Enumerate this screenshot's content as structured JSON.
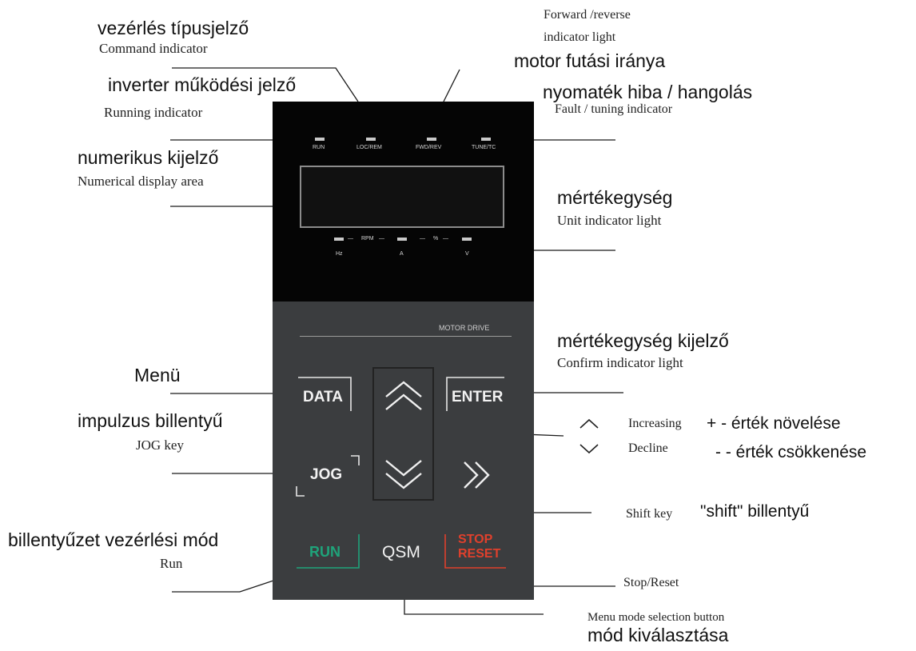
{
  "labels": {
    "command_hu": "vezérlés típusjelző",
    "command_en": "Command indicator",
    "running_hu": "inverter működési jelző",
    "running_en": "Running indicator",
    "display_hu": "numerikus kijelző",
    "display_en": "Numerical display area",
    "menu_hu": "Menü",
    "jog_hu": "impulzus billentyű",
    "jog_en": "JOG key",
    "kbd_hu": "billentyűzet vezérlési mód",
    "run_en": "Run",
    "fwdrev_en_1": "Forward /reverse",
    "fwdrev_en_2": "indicator light",
    "fwdrev_hu": "motor futási iránya",
    "fault_hu": "nyomaték hiba / hangolás",
    "fault_en": "Fault / tuning indicator",
    "unit_hu": "mértékegység",
    "unit_en": "Unit indicator light",
    "confirm_hu": "mértékegység kijelző",
    "confirm_en": "Confirm indicator light",
    "increasing_en": "Increasing",
    "increasing_hu": "+ - érték növelése",
    "decline_en": "Decline",
    "decline_hu": "- - érték csökkenése",
    "shift_en": "Shift key",
    "shift_hu": "\"shift\" billentyű",
    "stop_en": "Stop/Reset",
    "mode_en": "Menu mode selection button",
    "mode_hu": "mód kiválasztása"
  },
  "panel": {
    "led_labels": [
      "RUN",
      "LOC/REM",
      "FWD/REV",
      "TUNE/TC"
    ],
    "unit_hz": "Hz",
    "unit_rpm": "RPM",
    "unit_a": "A",
    "unit_pct": "%",
    "unit_v": "V",
    "brand": "MOTOR DRIVE",
    "keys": {
      "data": "DATA",
      "enter": "ENTER",
      "jog": "JOG",
      "run": "RUN",
      "qsm": "QSM",
      "stop_1": "STOP",
      "stop_2": "RESET"
    }
  },
  "colors": {
    "display_bg": "#050505",
    "panel_bg": "#3b3d3f",
    "run_green": "#1fa37a",
    "stop_red": "#e0402c"
  },
  "icons": {
    "up": "double-chevron-up-icon",
    "down": "double-chevron-down-icon",
    "shift": "double-chevron-right-icon",
    "inc_legend": "chevron-up-icon",
    "dec_legend": "chevron-down-icon"
  }
}
